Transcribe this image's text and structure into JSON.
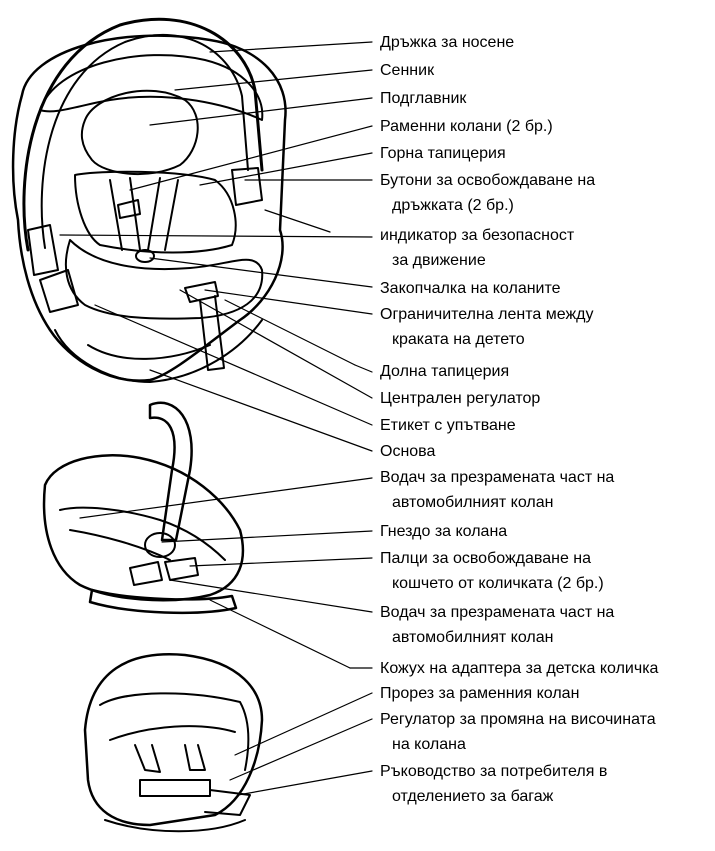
{
  "diagram": {
    "labels": [
      {
        "id": "carry-handle",
        "line1": "Дръжка за носене"
      },
      {
        "id": "canopy",
        "line1": "Сенник"
      },
      {
        "id": "headrest",
        "line1": "Подглавник"
      },
      {
        "id": "shoulder-straps",
        "line1": "Раменни колани (2 бр.)"
      },
      {
        "id": "upper-padding",
        "line1": "Горна тапицерия"
      },
      {
        "id": "handle-release-buttons",
        "line1": "Бутони за освобождаване на",
        "line2": "дръжката (2 бр.)"
      },
      {
        "id": "travel-safety-indicator",
        "line1": "индикатор за безопасност",
        "line2": "за движение"
      },
      {
        "id": "harness-buckle",
        "line1": "Закопчалка на коланите"
      },
      {
        "id": "crotch-strap",
        "line1": "Ограничителна лента между",
        "line2": "краката на детето"
      },
      {
        "id": "lower-padding",
        "line1": "Долна тапицерия"
      },
      {
        "id": "central-adjuster",
        "line1": "Централен регулатор"
      },
      {
        "id": "instruction-label",
        "line1": "Етикет с упътване"
      },
      {
        "id": "base",
        "line1": "Основа"
      },
      {
        "id": "belt-guide-top",
        "line1": "Водач за презрамената част на",
        "line2": "автомобилният колан"
      },
      {
        "id": "belt-slot",
        "line1": "Гнездо за колана"
      },
      {
        "id": "stroller-release-tabs",
        "line1": "Палци за освобождаване на",
        "line2": "кошчето от количката (2 бр.)"
      },
      {
        "id": "belt-guide-bottom",
        "line1": "Водач за презрамената част на",
        "line2": "автомобилният колан"
      },
      {
        "id": "stroller-adapter-cover",
        "line1": "Кожух на адаптера за детска количка"
      },
      {
        "id": "shoulder-belt-slot",
        "line1": "Прорез за раменния колан"
      },
      {
        "id": "harness-height-adjuster",
        "line1": "Регулатор за промяна на височината",
        "line2": "на колана"
      },
      {
        "id": "user-manual-storage",
        "line1": "Ръководство за потребителя в",
        "line2": "отделението за багаж"
      }
    ]
  }
}
